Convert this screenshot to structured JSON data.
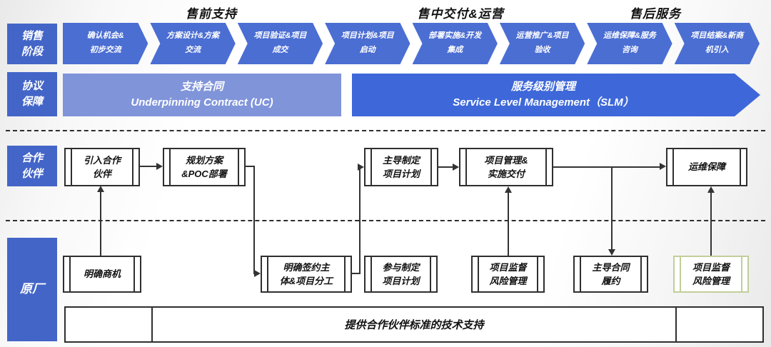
{
  "phases": [
    {
      "label": "售前支持"
    },
    {
      "label": "售中交付&运营"
    },
    {
      "label": "售后服务"
    }
  ],
  "row_labels": {
    "sales_line1": "销售",
    "sales_line2": "阶段",
    "agreement_line1": "协议",
    "agreement_line2": "保障",
    "partner_line1": "合作",
    "partner_line2": "伙伴",
    "vendor": "原厂"
  },
  "sales_stages": [
    {
      "line1": "确认机会&",
      "line2": "初步交流"
    },
    {
      "line1": "方案设计&方案",
      "line2": "交流"
    },
    {
      "line1": "项目验证&项目",
      "line2": "成交"
    },
    {
      "line1": "项目计划&项目",
      "line2": "启动"
    },
    {
      "line1": "部署实施&开发",
      "line2": "集成"
    },
    {
      "line1": "运营推广&项目",
      "line2": "验收"
    },
    {
      "line1": "运维保障&服务",
      "line2": "咨询"
    },
    {
      "line1": "项目结案&新商",
      "line2": "机引入"
    }
  ],
  "agreements": {
    "uc_title": "支持合同",
    "uc_subtitle": "Underpinning Contract (UC)",
    "slm_title": "服务级别管理",
    "slm_subtitle": "Service Level Management（SLM）"
  },
  "partner_row": [
    {
      "line1": "引入合作",
      "line2": "伙伴"
    },
    {
      "line1": "规划方案",
      "line2": "&POC部署"
    },
    {
      "line1": "主导制定",
      "line2": "项目计划"
    },
    {
      "line1": "项目管理&",
      "line2": "实施交付"
    },
    {
      "line1": "运维保障",
      "line2": ""
    }
  ],
  "vendor_row": [
    {
      "line1": "明确商机",
      "line2": ""
    },
    {
      "line1": "明确签约主",
      "line2": "体&项目分工"
    },
    {
      "line1": "参与制定",
      "line2": "项目计划"
    },
    {
      "line1": "项目监督",
      "line2": "风险管理"
    },
    {
      "line1": "主导合同",
      "line2": "履约"
    },
    {
      "line1": "项目监督",
      "line2": "风险管理"
    }
  ],
  "bottom_bar": {
    "label": "提供合作伙伴标准的技术支持"
  },
  "colors": {
    "accent_blue": "#4365c8",
    "chevron_blue": "#4b6ed3",
    "uc_blue": "#8094da",
    "slm_blue": "#3e68d9",
    "highlight_green": "#c2ce9a"
  }
}
